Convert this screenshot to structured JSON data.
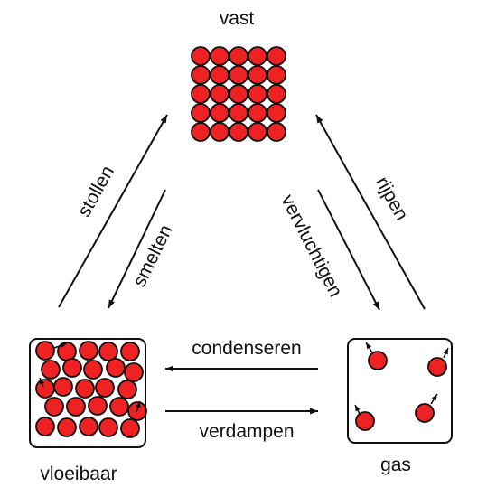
{
  "states": {
    "solid": "vast",
    "liquid": "vloeibaar",
    "gas": "gas"
  },
  "transitions": {
    "freezing": "stollen",
    "melting": "smelten",
    "sublimation": "vervluchtigen",
    "deposition": "rijpen",
    "condensation": "condenseren",
    "evaporation": "verdampen"
  },
  "colors": {
    "particle": "#ee2222",
    "stroke": "#111111",
    "background": "#ffffff"
  }
}
